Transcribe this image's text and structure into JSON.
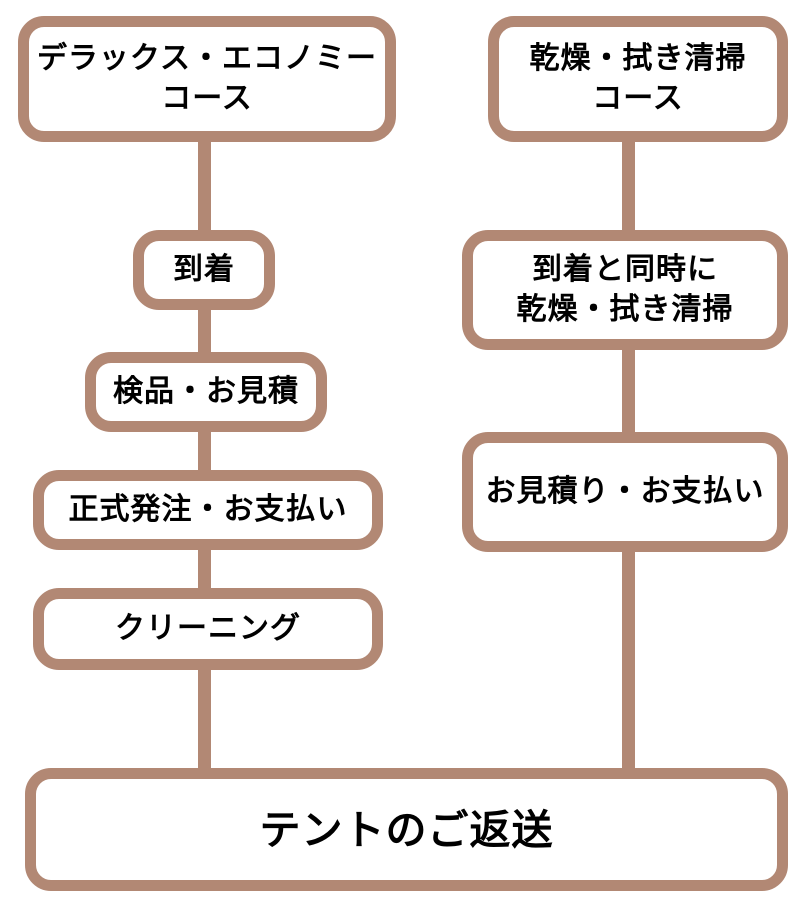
{
  "colors": {
    "line": "#b28874",
    "box_fill": "#ffffff",
    "text": "#000000",
    "background": "#ffffff"
  },
  "nodes": [
    {
      "id": "deluxe-economy-course",
      "lines": [
        "デラックス・エコノミー",
        "コース"
      ]
    },
    {
      "id": "arrival",
      "lines": [
        "到着"
      ]
    },
    {
      "id": "inspection-estimate",
      "lines": [
        "検品・お見積"
      ]
    },
    {
      "id": "formal-order-payment",
      "lines": [
        "正式発注・お支払い"
      ]
    },
    {
      "id": "cleaning",
      "lines": [
        "クリーニング"
      ]
    },
    {
      "id": "dry-wipe-course",
      "lines": [
        "乾燥・拭き清掃",
        "コース"
      ]
    },
    {
      "id": "arrival-dry-wipe",
      "lines": [
        "到着と同時に",
        "乾燥・拭き清掃"
      ]
    },
    {
      "id": "estimate-payment",
      "lines": [
        "お見積り・お支払い"
      ]
    },
    {
      "id": "tent-return",
      "lines": [
        "テントのご返送"
      ]
    }
  ],
  "edges": [
    {
      "from": "deluxe-economy-course",
      "to": "arrival"
    },
    {
      "from": "arrival",
      "to": "inspection-estimate"
    },
    {
      "from": "inspection-estimate",
      "to": "formal-order-payment"
    },
    {
      "from": "formal-order-payment",
      "to": "cleaning"
    },
    {
      "from": "cleaning",
      "to": "tent-return"
    },
    {
      "from": "dry-wipe-course",
      "to": "arrival-dry-wipe"
    },
    {
      "from": "arrival-dry-wipe",
      "to": "estimate-payment"
    },
    {
      "from": "estimate-payment",
      "to": "tent-return"
    }
  ]
}
